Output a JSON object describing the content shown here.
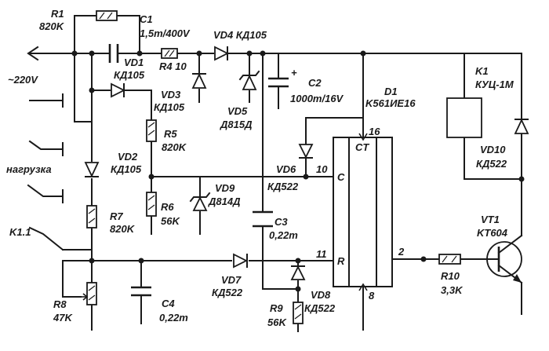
{
  "labels": {
    "mains": "~220V",
    "load": "нагрузка",
    "r1": "R1",
    "r1_val": "820K",
    "c1": "C1",
    "c1_val": "1,5m/400V",
    "vd4": "VD4 КД105",
    "vd1": "VD1",
    "vd1_val": "КД105",
    "r4": "R4 10",
    "vd3": "VD3",
    "vd3_val": "КД105",
    "vd5": "VD5",
    "vd5_val": "Д815Д",
    "c2": "C2",
    "c2_val": "1000m/16V",
    "c2_plus": "+",
    "d1": "D1",
    "d1_val": "K561ИЕ16",
    "k1": "K1",
    "k1_val": "КУЦ-1М",
    "r5": "R5",
    "r5_val": "820K",
    "vd2": "VD2",
    "vd2_val": "КД105",
    "vd6": "VD6",
    "vd6_val": "КД522",
    "vd9": "VD9",
    "vd9_val": "Д814Д",
    "r6": "R6",
    "r6_val": "56K",
    "r7": "R7",
    "r7_val": "820K",
    "c3": "C3",
    "c3_val": "0,22m",
    "vd10": "VD10",
    "vd10_val": "КД522",
    "vt1": "VT1",
    "vt1_val": "KT604",
    "k11": "K1.1",
    "r8": "R8",
    "r8_val": "47K",
    "c4": "C4",
    "c4_val": "0,22m",
    "vd7": "VD7",
    "vd7_val": "КД522",
    "vd8": "VD8",
    "vd8_val": "КД522",
    "r9": "R9",
    "r9_val": "56K",
    "r10": "R10",
    "r10_val": "3,3K",
    "pin_ct": "CT",
    "pin_c": "C",
    "pin_r": "R",
    "pin16": "16",
    "pin10": "10",
    "pin11": "11",
    "pin2": "2",
    "pin8": "8"
  }
}
